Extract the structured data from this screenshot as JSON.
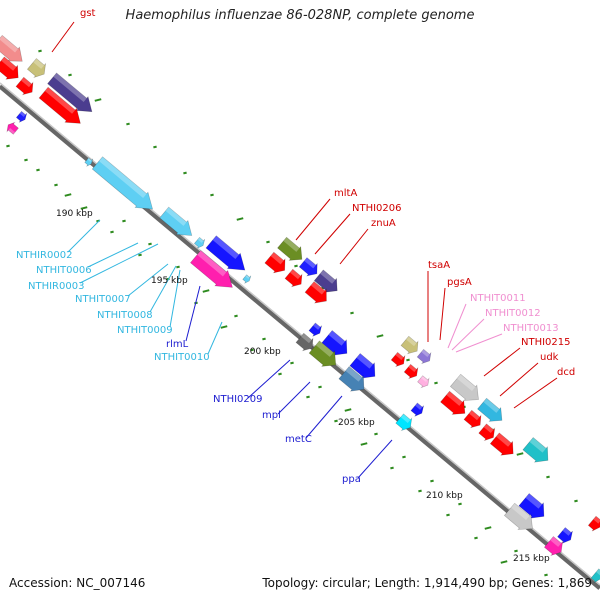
{
  "title": "Haemophilus influenzae 86-028NP, complete genome",
  "accession": "Accession: NC_007146",
  "summary": "Topology: circular; Length: 1,914,490 bp; Genes: 1,869",
  "scale_labels": [
    "190 kbp",
    "195 kbp",
    "200 kbp",
    "205 kbp",
    "210 kbp",
    "215 kbp"
  ],
  "colors": {
    "backbone": "#8f8f8f",
    "tick": "#2e8b1f",
    "red": "#ff0000",
    "cyan": "#5ecff3",
    "magenta": "#ff1fae",
    "blue": "#1515ff",
    "navy_label": "#1d1dd0",
    "pink_label": "#f08fd0",
    "cyan_label": "#32b7e0",
    "red_label": "#d00000"
  },
  "gene_labels": [
    {
      "text": "gst",
      "color": "red"
    },
    {
      "text": "NTHIR0002",
      "color": "cyan"
    },
    {
      "text": "NTHIT0006",
      "color": "cyan"
    },
    {
      "text": "NTHIR0003",
      "color": "cyan"
    },
    {
      "text": "NTHIT0007",
      "color": "cyan"
    },
    {
      "text": "NTHIT0008",
      "color": "cyan"
    },
    {
      "text": "NTHIT0009",
      "color": "cyan"
    },
    {
      "text": "rlmL",
      "color": "navy"
    },
    {
      "text": "NTHIT0010",
      "color": "cyan"
    },
    {
      "text": "mltA",
      "color": "red"
    },
    {
      "text": "NTHI0206",
      "color": "red"
    },
    {
      "text": "znuA",
      "color": "red"
    },
    {
      "text": "tsaA",
      "color": "red"
    },
    {
      "text": "pgsA",
      "color": "red"
    },
    {
      "text": "NTHIT0011",
      "color": "pink"
    },
    {
      "text": "NTHIT0012",
      "color": "pink"
    },
    {
      "text": "NTHIT0013",
      "color": "pink"
    },
    {
      "text": "NTHI0215",
      "color": "red"
    },
    {
      "text": "udk",
      "color": "red"
    },
    {
      "text": "dcd",
      "color": "red"
    },
    {
      "text": "NTHI0209",
      "color": "navy"
    },
    {
      "text": "mpl",
      "color": "navy"
    },
    {
      "text": "metC",
      "color": "navy"
    },
    {
      "text": "ppa",
      "color": "navy"
    }
  ]
}
